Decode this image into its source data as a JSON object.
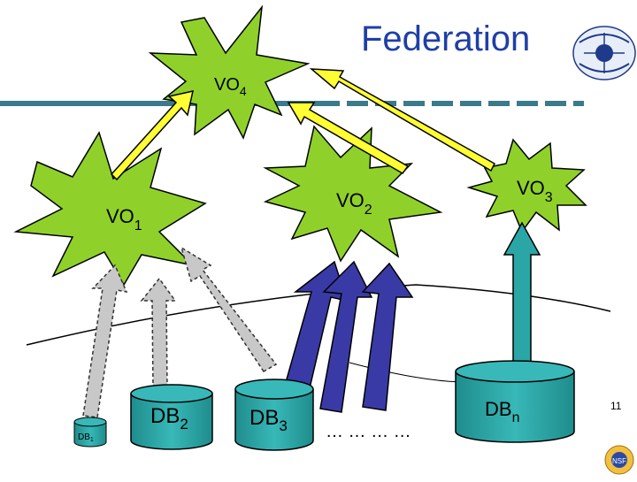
{
  "title": "Federation",
  "page_number": "11",
  "nodes": {
    "vo1": {
      "main": "VO",
      "sub": "1"
    },
    "vo2": {
      "main": "VO",
      "sub": "2"
    },
    "vo3": {
      "main": "VO",
      "sub": "3"
    },
    "vo4": {
      "main": "VO",
      "sub": "4"
    }
  },
  "databases": {
    "db1": {
      "main": "DB",
      "sub": "1"
    },
    "db2": {
      "main": "DB",
      "sub": "2"
    },
    "db3": {
      "main": "DB",
      "sub": "3"
    },
    "dbn": {
      "main": "DB",
      "sub": "n"
    },
    "ellipsis": "… … … …"
  },
  "colors": {
    "star_fill": "#8fd12a",
    "db_fill": "#2aa6a6",
    "yellow_arrow": "#ffff33",
    "gray_arrow": "#c8c8c8",
    "blue_arrow": "#3a3aa6",
    "teal_arrow": "#2aa6a6",
    "dashed_line": "#3a7a8a",
    "title_color": "#1f3fa6"
  },
  "icons": {
    "top_logo": "galaxy-logo-icon",
    "bottom_logo": "nsf-logo-icon"
  }
}
